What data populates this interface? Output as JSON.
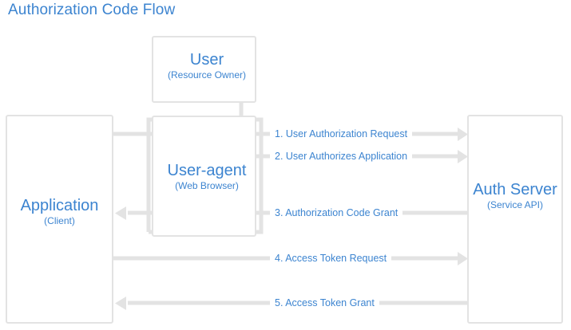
{
  "title": "Authorization Code Flow",
  "colors": {
    "accent_blue": "#3c84d0",
    "line_gray": "#e3e3e3",
    "background": "#ffffff"
  },
  "nodes": [
    {
      "id": "user",
      "title": "User",
      "subtitle": "(Resource Owner)"
    },
    {
      "id": "application",
      "title": "Application",
      "subtitle": "(Client)"
    },
    {
      "id": "useragent",
      "title": "User-agent",
      "subtitle": "(Web Browser)"
    },
    {
      "id": "authserver",
      "title": "Auth Server",
      "subtitle": "(Service API)"
    }
  ],
  "flows": [
    {
      "step": "1.",
      "label": "1. User Authorization Request",
      "from": "application",
      "to": "authserver",
      "direction": "right"
    },
    {
      "step": "2.",
      "label": "2. User Authorizes Application",
      "from": "user",
      "to": "authserver",
      "direction": "right"
    },
    {
      "step": "3.",
      "label": "3. Authorization Code Grant",
      "from": "authserver",
      "to": "application",
      "direction": "left"
    },
    {
      "step": "4.",
      "label": "4. Access Token Request",
      "from": "application",
      "to": "authserver",
      "direction": "right"
    },
    {
      "step": "5.",
      "label": "5. Access Token Grant",
      "from": "authserver",
      "to": "application",
      "direction": "left"
    }
  ]
}
